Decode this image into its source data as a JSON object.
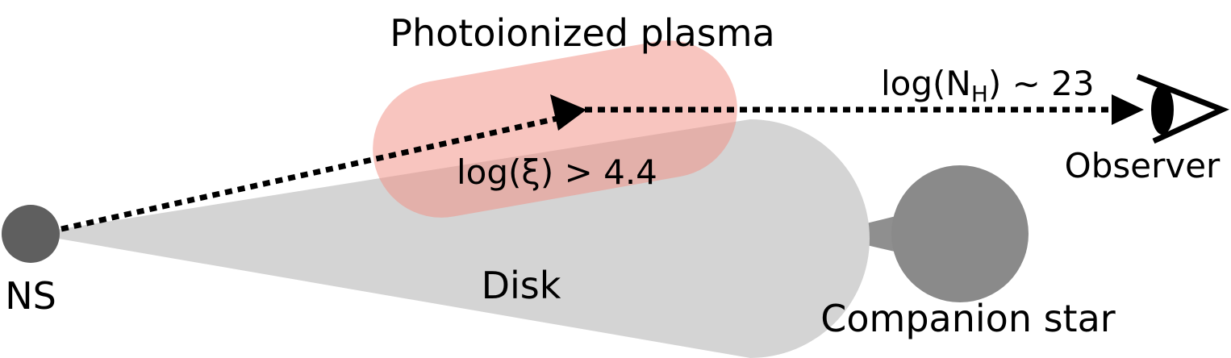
{
  "labels": {
    "plasma": "Photoionized plasma",
    "disk": "Disk",
    "ns": "NS",
    "companion": "Companion star",
    "observer": "Observer",
    "ionization": "log(ξ) > 4.4",
    "column_density_prefix": "log(N",
    "column_density_sub": "H",
    "column_density_suffix": ") ~ 23"
  },
  "colors": {
    "plasma": "#f28b80",
    "disk": "#d4d4d4",
    "neutron_star": "#5f5f5f",
    "companion_star": "#8a8a8a",
    "line_of_sight": "#000000"
  },
  "icons": {
    "observer": "eye-icon"
  }
}
